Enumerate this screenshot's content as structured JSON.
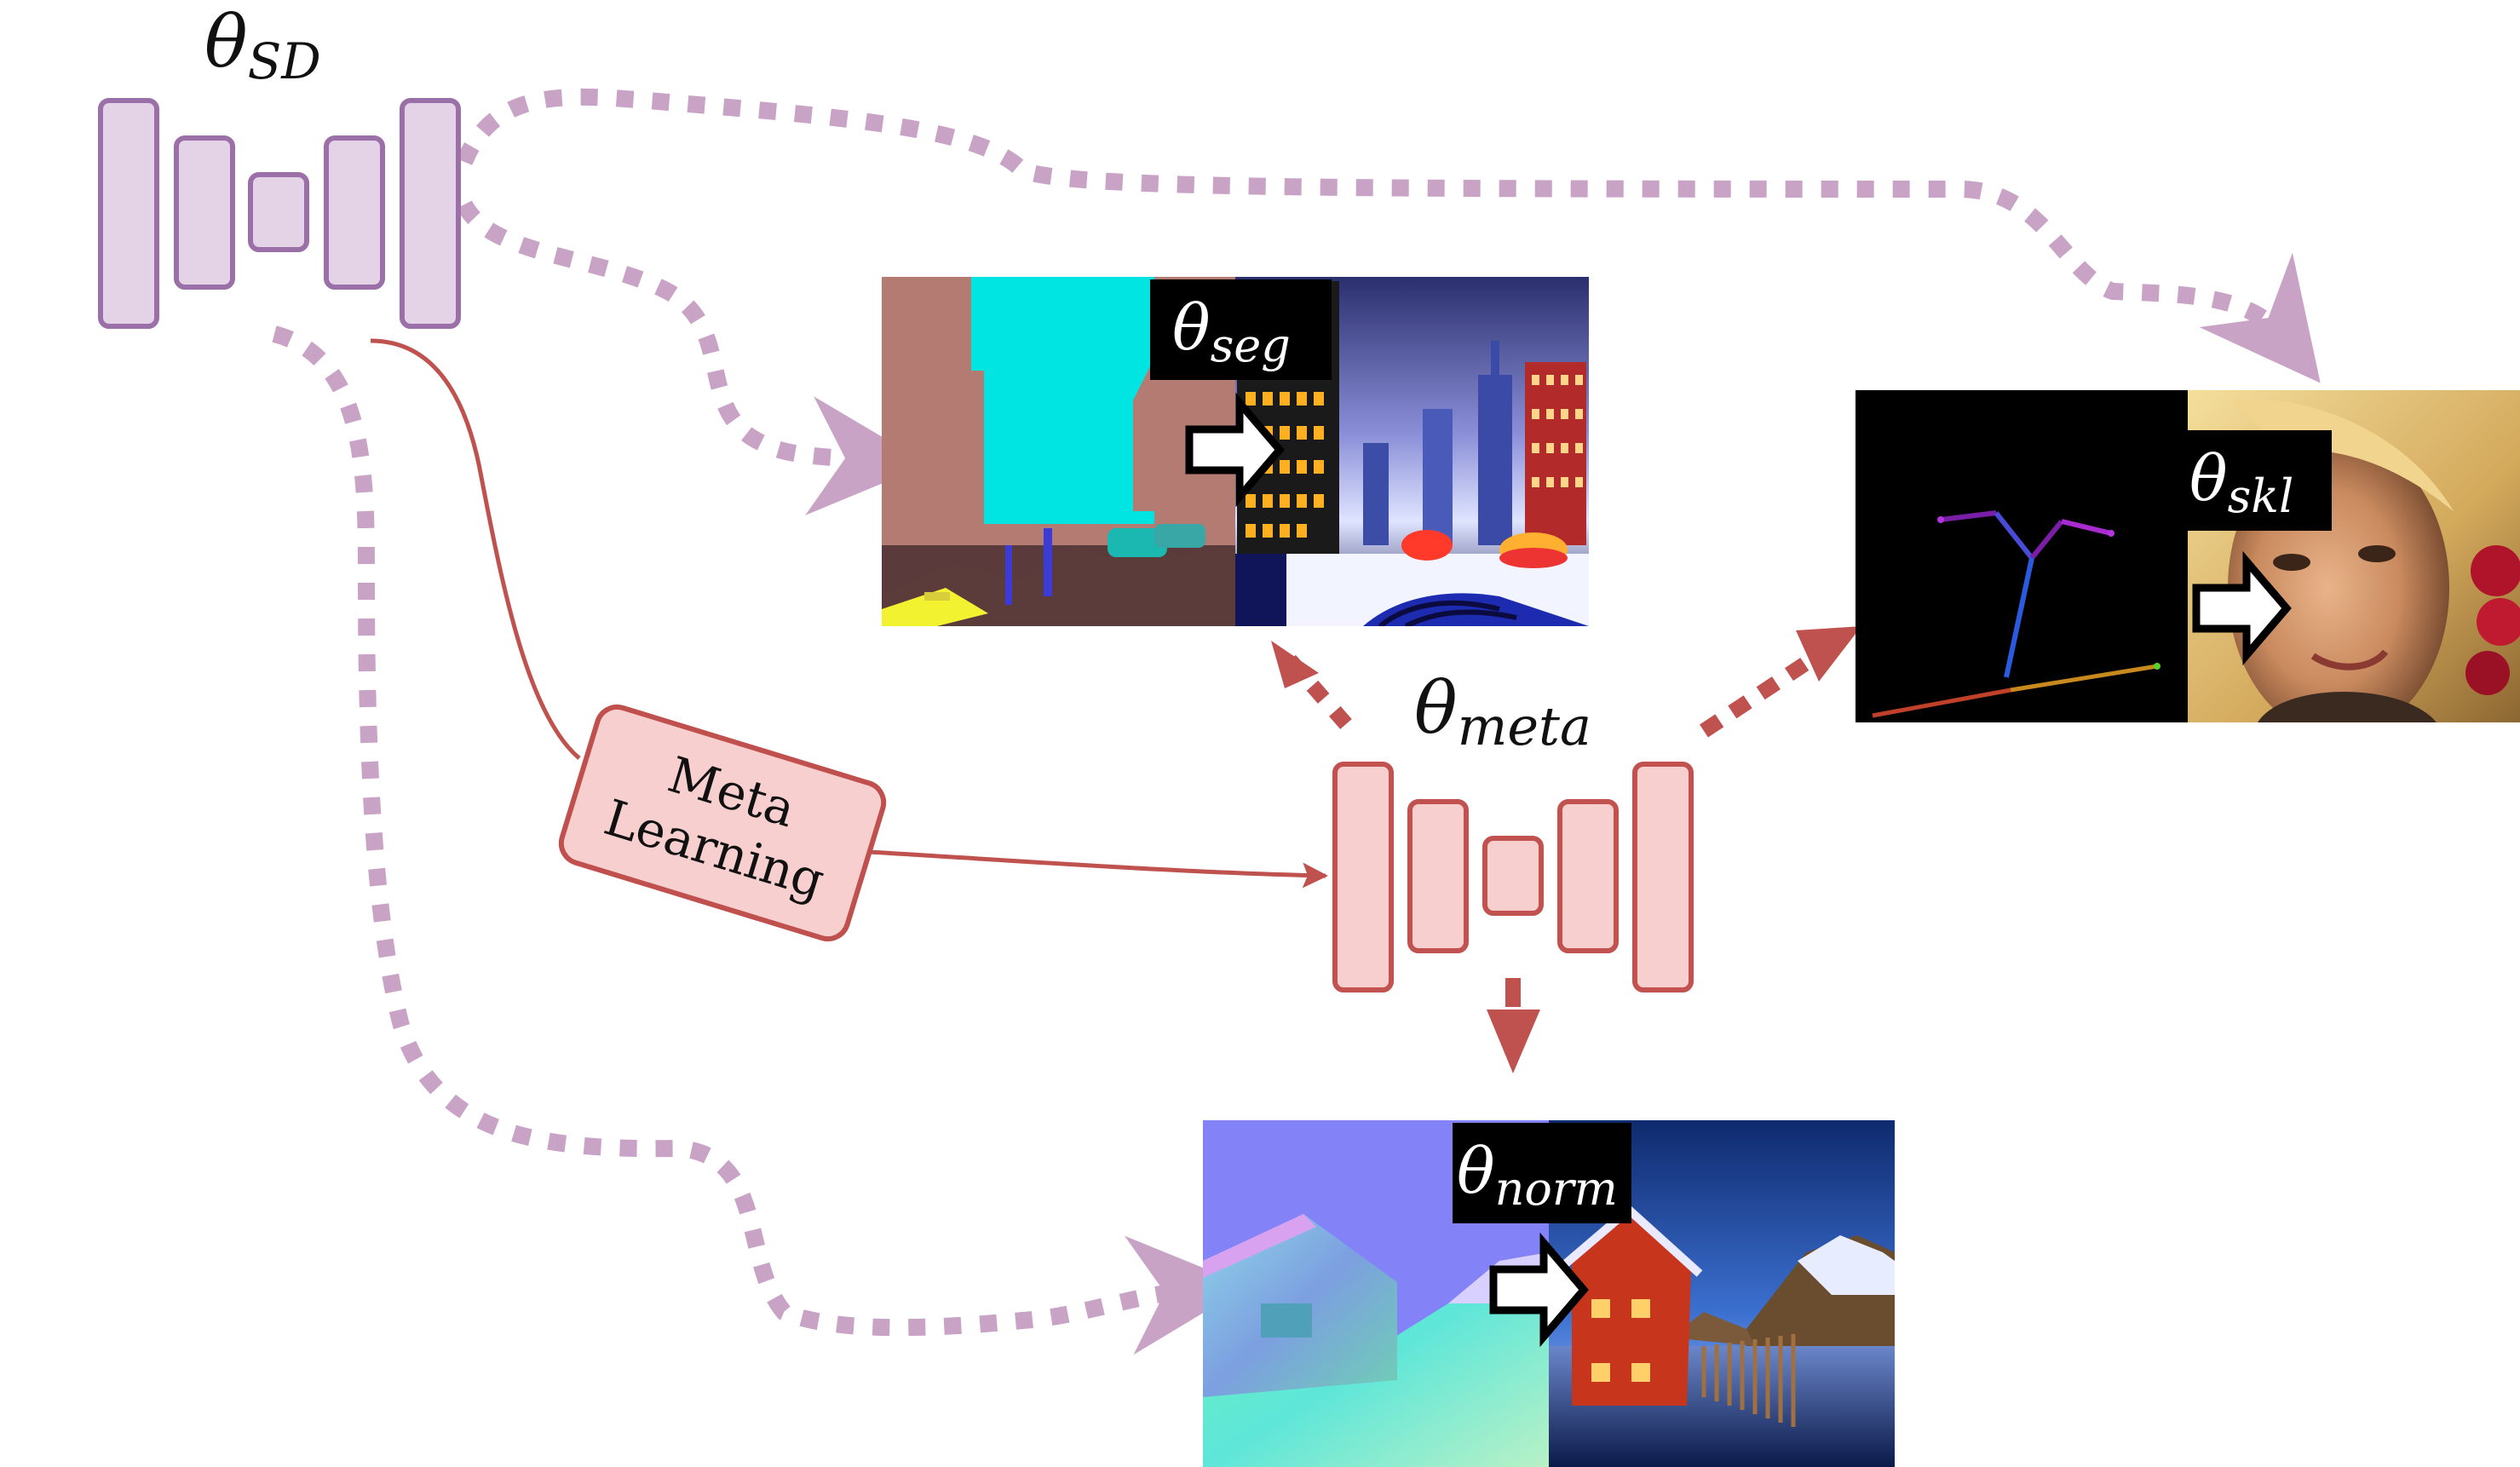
{
  "diagram": {
    "sd_model": {
      "label_symbol": "θ",
      "label_subscript": "SD",
      "fill": "#e4d2e6",
      "stroke": "#9b6fa8"
    },
    "meta_model": {
      "label_symbol": "θ",
      "label_subscript": "meta",
      "fill": "#f7cfcf",
      "stroke": "#c2524f"
    },
    "meta_learning_box": {
      "line1": "Meta",
      "line2": "Learning",
      "fill": "#f8cfcf",
      "stroke": "#c0504d"
    },
    "tasks": [
      {
        "name": "segmentation",
        "symbol": "θ",
        "subscript": "seg"
      },
      {
        "name": "skeleton",
        "symbol": "θ",
        "subscript": "skl"
      },
      {
        "name": "normal",
        "symbol": "θ",
        "subscript": "norm"
      }
    ],
    "colors": {
      "dotted_arrow": "#c9a3c6",
      "meta_arrow": "#bf524f",
      "label_bg": "#000000",
      "label_fg": "#ffffff"
    }
  }
}
